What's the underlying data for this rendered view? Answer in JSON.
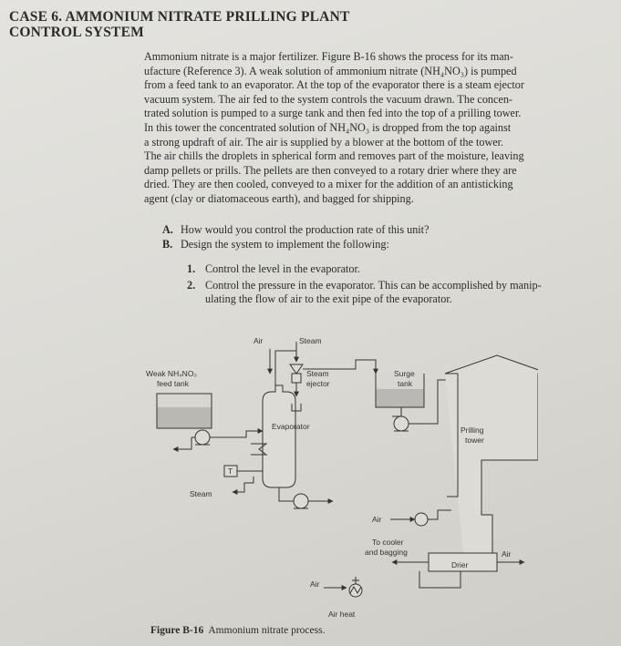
{
  "header": {
    "line1": "CASE 6. AMMONIUM NITRATE PRILLING PLANT",
    "line2": "CONTROL SYSTEM"
  },
  "body": {
    "lines": [
      "Ammonium nitrate is a major fertilizer. Figure B-16 shows the process for its man-",
      "ufacture (Reference 3). A weak solution of ammonium nitrate (NH₄NO₃) is pumped",
      "from a feed tank to an evaporator. At the top of the evaporator there is a steam ejector",
      "vacuum system. The air fed to the system controls the vacuum drawn. The concen-",
      "trated solution is pumped to a surge tank and then fed into the top of a prilling tower.",
      "In this tower the concentrated solution of NH₄NO₃ is dropped from the top against",
      "a strong updraft of air. The air is supplied by a blower at the bottom of the tower.",
      "The air chills the droplets in spherical form and removes part of the moisture, leaving",
      "damp pellets or prills. The pellets are then conveyed to a rotary drier where they are",
      "dried. They are then cooled, conveyed to a mixer for the addition of an antisticking",
      "agent (clay or diatomaceous earth), and bagged for shipping."
    ]
  },
  "questions": {
    "a_label": "A.",
    "a_text": "How would you control the production rate of this unit?",
    "b_label": "B.",
    "b_text": "Design the system to implement the following:",
    "b1_label": "1.",
    "b1_text": "Control the level in the evaporator.",
    "b2_label": "2.",
    "b2_line1": "Control the pressure in the evaporator. This can be accomplished by manip-",
    "b2_line2": "ulating the flow of air to the exit pipe of the evaporator."
  },
  "diagram": {
    "air_top": "Air",
    "steam_top": "Steam",
    "feed_tank_1": "Weak NH₄NO₃",
    "feed_tank_2": "feed tank",
    "steam_ejector_1": "Steam",
    "steam_ejector_2": "ejector",
    "surge_1": "Surge",
    "surge_2": "tank",
    "evaporator": "Evaporator",
    "prilling_1": "Prilling",
    "prilling_2": "tower",
    "temp": "T",
    "steam_left": "Steam",
    "air_blower": "Air",
    "cooler_1": "To cooler",
    "cooler_2": "and bagging",
    "drier": "Drier",
    "air_right": "Air",
    "air_heat_in": "Air",
    "air_heat": "Air heat"
  },
  "caption": {
    "label": "Figure B-16",
    "text": "Ammonium nitrate process."
  }
}
